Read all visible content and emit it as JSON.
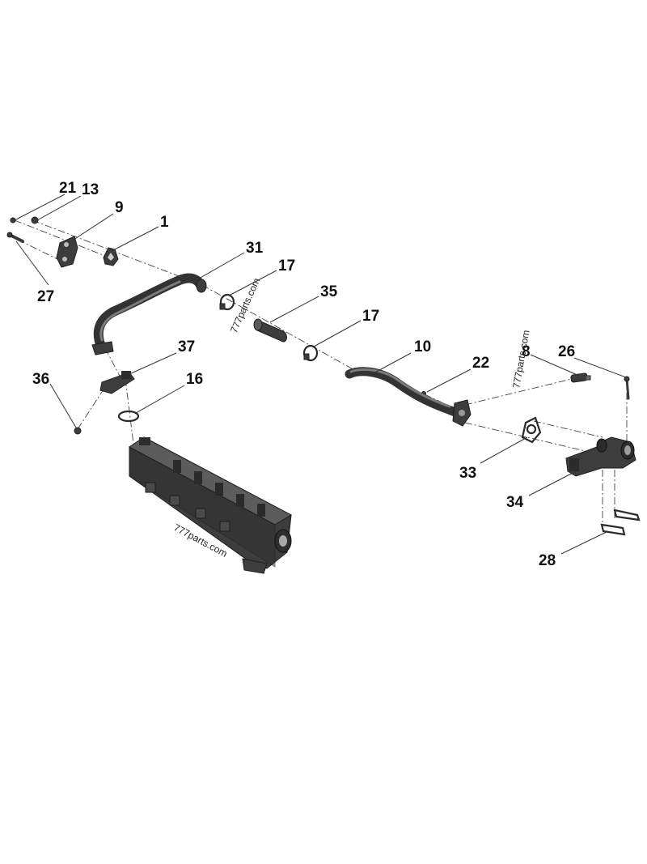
{
  "callouts": [
    {
      "id": "c21",
      "text": "21"
    },
    {
      "id": "c13",
      "text": "13"
    },
    {
      "id": "c9",
      "text": "9"
    },
    {
      "id": "c1",
      "text": "1"
    },
    {
      "id": "c27",
      "text": "27"
    },
    {
      "id": "c31",
      "text": "31"
    },
    {
      "id": "c17a",
      "text": "17"
    },
    {
      "id": "c35",
      "text": "35"
    },
    {
      "id": "c17b",
      "text": "17"
    },
    {
      "id": "c37",
      "text": "37"
    },
    {
      "id": "c36",
      "text": "36"
    },
    {
      "id": "c16",
      "text": "16"
    },
    {
      "id": "c10",
      "text": "10"
    },
    {
      "id": "c22",
      "text": "22"
    },
    {
      "id": "c8",
      "text": "8"
    },
    {
      "id": "c26",
      "text": "26"
    },
    {
      "id": "c33",
      "text": "33"
    },
    {
      "id": "c34",
      "text": "34"
    },
    {
      "id": "c28",
      "text": "28"
    }
  ],
  "watermarks": [
    "777parts.com",
    "777parts.com",
    "777parts.com"
  ],
  "colors": {
    "part": "#3d3d3d",
    "line": "#333333",
    "background": "#ffffff"
  }
}
